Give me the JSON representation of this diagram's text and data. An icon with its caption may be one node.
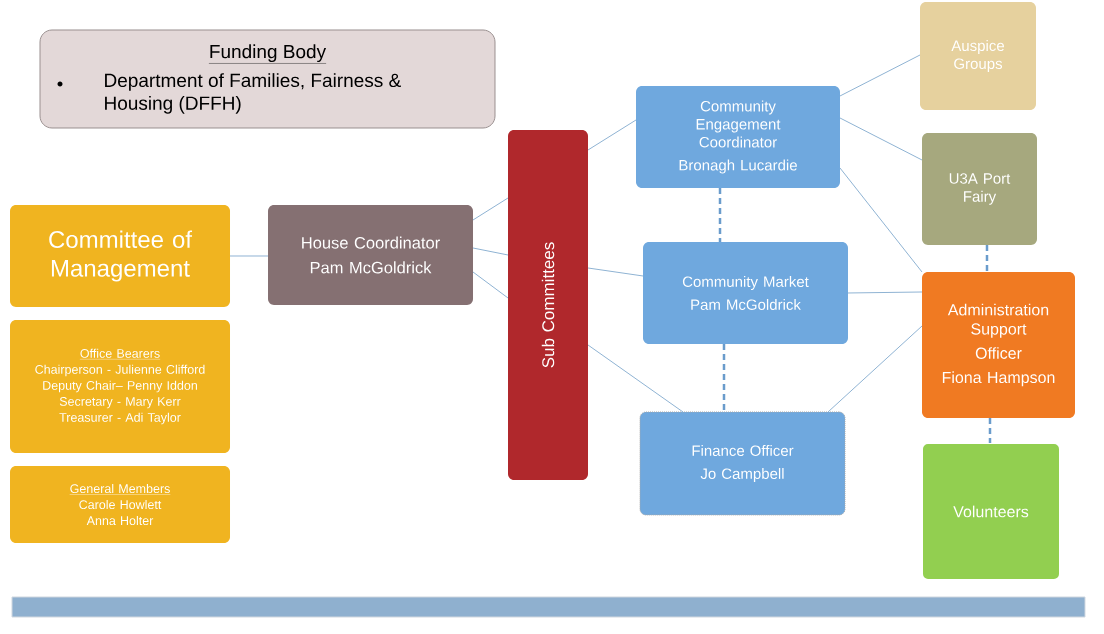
{
  "diagram": {
    "nodes": [
      {
        "text": [
          "Funding Body",
          "Department of Families, Fairness & Housing (DFFH)"
        ]
      },
      {
        "text": [
          "Committee of Management"
        ]
      },
      {
        "text": [
          "Office Bearers",
          "Chairperson - Julienne Clifford",
          "Deputy Chair– Penny Iddon",
          "Secretary - Mary Kerr",
          "Treasurer - Adi Taylor"
        ]
      },
      {
        "text": [
          "General Members",
          "Carole Howlett",
          "Anna Holter"
        ]
      },
      {
        "text": [
          "House Coordinator",
          "Pam McGoldrick"
        ]
      },
      {
        "text": [
          "Sub Committees"
        ]
      },
      {
        "text": [
          "Community Engagement Coordinator",
          "Bronagh Lucardie"
        ]
      },
      {
        "text": [
          "Community Market",
          "Pam McGoldrick"
        ]
      },
      {
        "text": [
          "Finance Officer",
          "Jo Campbell"
        ]
      },
      {
        "text": [
          "Auspice Groups"
        ]
      },
      {
        "text": [
          "U3A Port Fairy"
        ]
      },
      {
        "text": [
          "Administration Support",
          "Officer",
          "Fiona Hampson"
        ]
      },
      {
        "text": [
          "Volunteers"
        ]
      }
    ],
    "edges": [
      {
        "from": 1,
        "to": 4,
        "arrow": "none"
      },
      {
        "from": 4,
        "to": 5,
        "arrow": "none"
      },
      {
        "from": 4,
        "to": 5,
        "arrow": "none"
      },
      {
        "from": 4,
        "to": 5,
        "arrow": "none"
      },
      {
        "from": 5,
        "to": 6,
        "arrow": "none"
      },
      {
        "from": 5,
        "to": 7,
        "arrow": "none"
      },
      {
        "from": 5,
        "to": 8,
        "arrow": "none"
      },
      {
        "from": 6,
        "to": 7,
        "arrow": "none",
        "style": "dashed"
      },
      {
        "from": 7,
        "to": 8,
        "arrow": "none",
        "style": "dashed"
      },
      {
        "from": 6,
        "to": 9,
        "arrow": "none"
      },
      {
        "from": 6,
        "to": 10,
        "arrow": "none"
      },
      {
        "from": 6,
        "to": 11,
        "arrow": "none"
      },
      {
        "from": 7,
        "to": 11,
        "arrow": "none"
      },
      {
        "from": 8,
        "to": 11,
        "arrow": "none"
      },
      {
        "from": 10,
        "to": 11,
        "arrow": "none",
        "style": "dashed"
      },
      {
        "from": 11,
        "to": 12,
        "arrow": "none",
        "style": "dashed"
      }
    ]
  }
}
